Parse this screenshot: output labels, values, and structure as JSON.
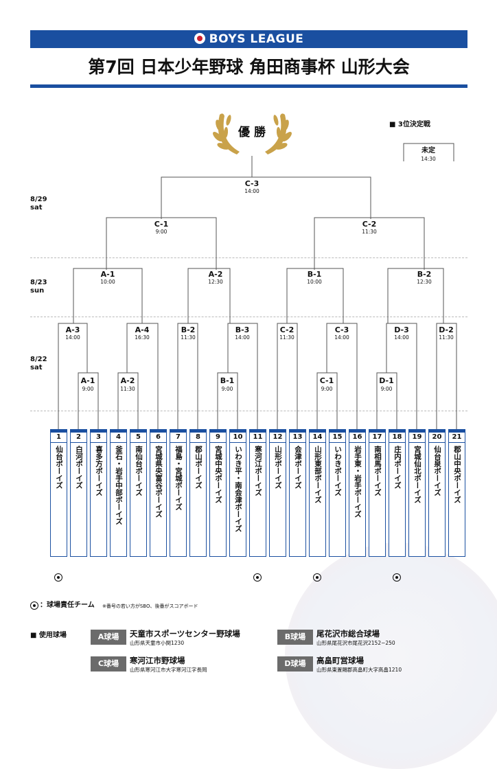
{
  "header": {
    "brand": "BOYS LEAGUE",
    "title": "第7回 日本少年野球 角田商事杯 山形大会"
  },
  "champion": {
    "label": "優 勝"
  },
  "third_place": {
    "heading": "■ 3位決定戦",
    "status": "未定",
    "time": "14:30"
  },
  "dates": [
    {
      "date": "8/29",
      "day": "sat"
    },
    {
      "date": "8/23",
      "day": "sun"
    },
    {
      "date": "8/22",
      "day": "sat"
    }
  ],
  "matches": {
    "final": {
      "label": "C-3",
      "time": "14:00"
    },
    "semis": [
      {
        "label": "C-1",
        "time": "9:00"
      },
      {
        "label": "C-2",
        "time": "11:30"
      }
    ],
    "quarters": [
      {
        "label": "A-1",
        "time": "10:00"
      },
      {
        "label": "A-2",
        "time": "12:30"
      },
      {
        "label": "B-1",
        "time": "10:00"
      },
      {
        "label": "B-2",
        "time": "12:30"
      }
    ],
    "round2": [
      {
        "label": "A-3",
        "time": "14:00"
      },
      {
        "label": "A-4",
        "time": "16:30"
      },
      {
        "label": "B-2",
        "time": "11:30"
      },
      {
        "label": "B-3",
        "time": "14:00"
      },
      {
        "label": "C-2",
        "time": "11:30"
      },
      {
        "label": "C-3",
        "time": "14:00"
      },
      {
        "label": "D-3",
        "time": "14:00"
      },
      {
        "label": "D-2",
        "time": "11:30"
      }
    ],
    "round1": [
      {
        "label": "A-1",
        "time": "9:00"
      },
      {
        "label": "A-2",
        "time": "11:30"
      },
      {
        "label": "B-1",
        "time": "9:00"
      },
      {
        "label": "C-1",
        "time": "9:00"
      },
      {
        "label": "D-1",
        "time": "9:00"
      }
    ]
  },
  "teams": [
    {
      "no": "1",
      "name": "仙台ボーイズ"
    },
    {
      "no": "2",
      "name": "白河ボーイズ"
    },
    {
      "no": "3",
      "name": "喜多方ボーイズ"
    },
    {
      "no": "4",
      "name": "釜石・岩手中部ボーイズ"
    },
    {
      "no": "5",
      "name": "南仙台ボーイズ"
    },
    {
      "no": "6",
      "name": "宮城県央富谷ボーイズ"
    },
    {
      "no": "7",
      "name": "福島・宮城ボーイズ"
    },
    {
      "no": "8",
      "name": "郡山ボーイズ"
    },
    {
      "no": "9",
      "name": "宮城中央ボーイズ"
    },
    {
      "no": "10",
      "name": "いわき平・南会津ボーイズ"
    },
    {
      "no": "11",
      "name": "寒河江ボーイズ"
    },
    {
      "no": "12",
      "name": "山形ボーイズ"
    },
    {
      "no": "13",
      "name": "会津ボーイズ"
    },
    {
      "no": "14",
      "name": "山形東部ボーイズ"
    },
    {
      "no": "15",
      "name": "いわきボーイズ"
    },
    {
      "no": "16",
      "name": "岩手東・岩手ボーイズ"
    },
    {
      "no": "17",
      "name": "南相馬ボーイズ"
    },
    {
      "no": "18",
      "name": "庄内ボーイズ"
    },
    {
      "no": "19",
      "name": "宮城仙北ボーイズ"
    },
    {
      "no": "20",
      "name": "仙台泉ボーイズ"
    },
    {
      "no": "21",
      "name": "郡山中央ボーイズ"
    }
  ],
  "legend": {
    "label": "：球場責任チーム",
    "note": "※番号の若い方がSBO、後番がスコアボード"
  },
  "venues": {
    "heading": "■ 使用球場",
    "items": [
      {
        "badge": "A球場",
        "name": "天童市スポーツセンター野球場",
        "address": "山形県天童市小関1230"
      },
      {
        "badge": "B球場",
        "name": "尾花沢市総合球場",
        "address": "山形県尾花沢市尾花沢2152−250"
      },
      {
        "badge": "C球場",
        "name": "寒河江市野球場",
        "address": "山形県寒河江市大字寒河江字長岡"
      },
      {
        "badge": "D球場",
        "name": "高畠町営球場",
        "address": "山形県東置賜郡高畠町大字高畠1210"
      }
    ]
  }
}
